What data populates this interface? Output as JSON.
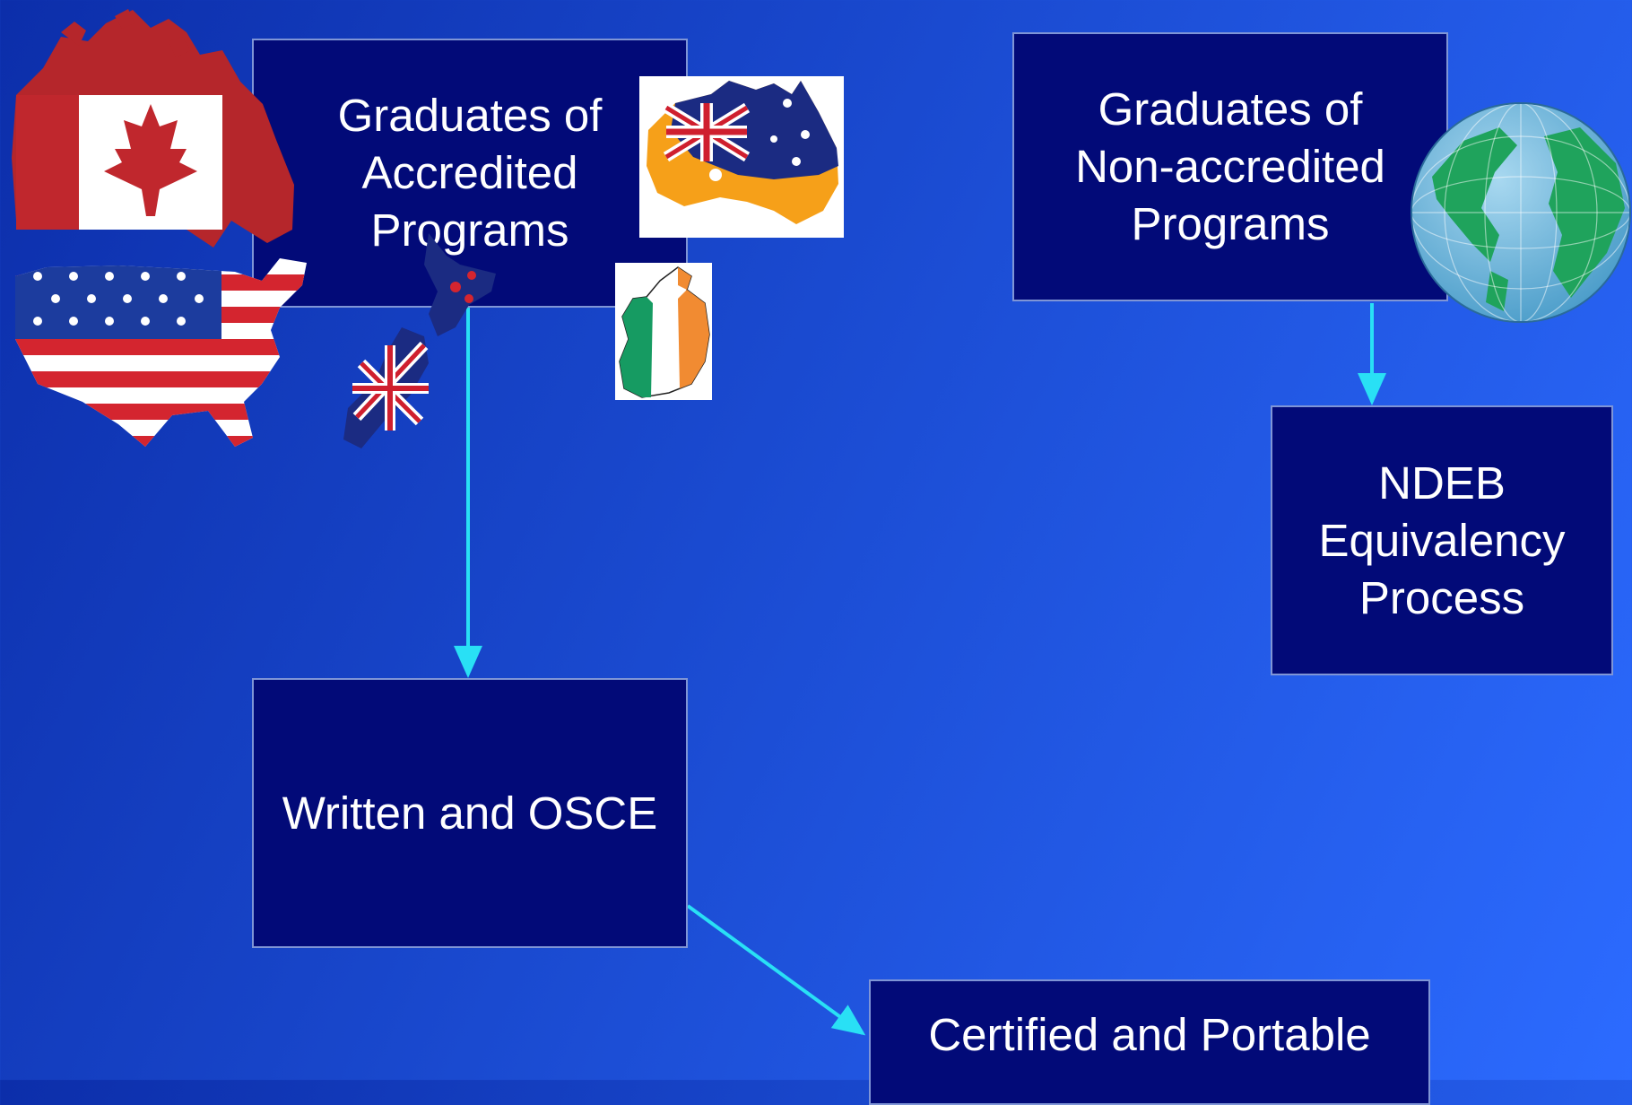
{
  "diagram": {
    "nodes": {
      "accredited": "Graduates of\nAccredited\nPrograms",
      "nonaccredited": "Graduates of\nNon-accredited\nPrograms",
      "ndeb": "NDEB\nEquivalency\nProcess",
      "written": "Written and OSCE",
      "certified": "Certified and Portable"
    },
    "edges": [
      {
        "from": "accredited",
        "to": "written"
      },
      {
        "from": "nonaccredited",
        "to": "ndeb"
      },
      {
        "from": "written",
        "to": "certified"
      }
    ],
    "pictures": [
      "canada-map-flag",
      "usa-map-flag",
      "australia-map-flag",
      "new-zealand-map-flag",
      "ireland-map-flag",
      "globe-icon"
    ],
    "colors": {
      "box": "#020a78",
      "arrow": "#29e0f5",
      "text": "#ffffff"
    }
  }
}
